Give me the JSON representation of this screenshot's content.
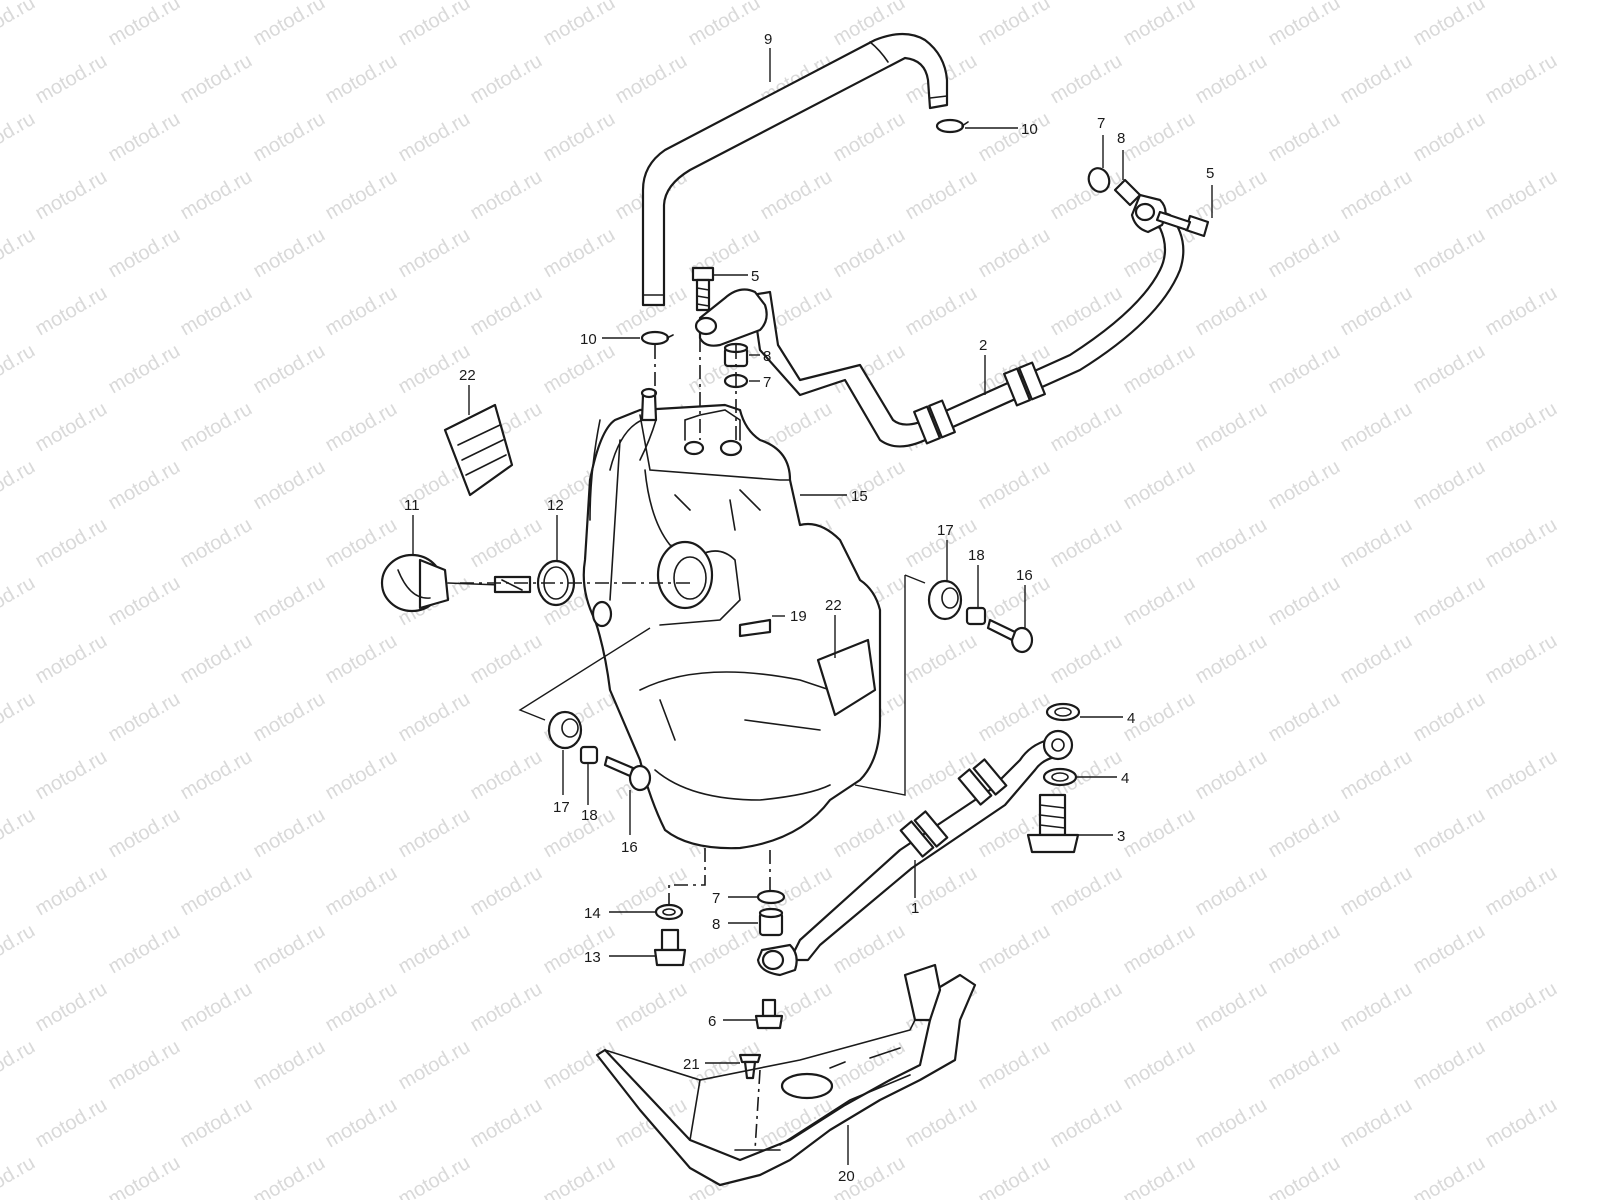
{
  "watermark": "motod.ru",
  "colors": {
    "line": "#1a1a1a",
    "watermark": "#d9d9d9",
    "background": "#ffffff"
  },
  "callouts": [
    {
      "id": "c9",
      "text": "9"
    },
    {
      "id": "c10a",
      "text": "10"
    },
    {
      "id": "c7a",
      "text": "7"
    },
    {
      "id": "c8a",
      "text": "8"
    },
    {
      "id": "c5a",
      "text": "5"
    },
    {
      "id": "c5b",
      "text": "5"
    },
    {
      "id": "c10b",
      "text": "10"
    },
    {
      "id": "c8b",
      "text": "8"
    },
    {
      "id": "c7b",
      "text": "7"
    },
    {
      "id": "c2",
      "text": "2"
    },
    {
      "id": "c22a",
      "text": "22"
    },
    {
      "id": "c15",
      "text": "15"
    },
    {
      "id": "c11",
      "text": "11"
    },
    {
      "id": "c12",
      "text": "12"
    },
    {
      "id": "c17a",
      "text": "17"
    },
    {
      "id": "c18a",
      "text": "18"
    },
    {
      "id": "c16a",
      "text": "16"
    },
    {
      "id": "c19",
      "text": "19"
    },
    {
      "id": "c22b",
      "text": "22"
    },
    {
      "id": "c4a",
      "text": "4"
    },
    {
      "id": "c4b",
      "text": "4"
    },
    {
      "id": "c3",
      "text": "3"
    },
    {
      "id": "c17b",
      "text": "17"
    },
    {
      "id": "c18b",
      "text": "18"
    },
    {
      "id": "c16b",
      "text": "16"
    },
    {
      "id": "c1",
      "text": "1"
    },
    {
      "id": "c7c",
      "text": "7"
    },
    {
      "id": "c14",
      "text": "14"
    },
    {
      "id": "c8c",
      "text": "8"
    },
    {
      "id": "c13",
      "text": "13"
    },
    {
      "id": "c6",
      "text": "6"
    },
    {
      "id": "c21",
      "text": "21"
    },
    {
      "id": "c20",
      "text": "20"
    }
  ]
}
